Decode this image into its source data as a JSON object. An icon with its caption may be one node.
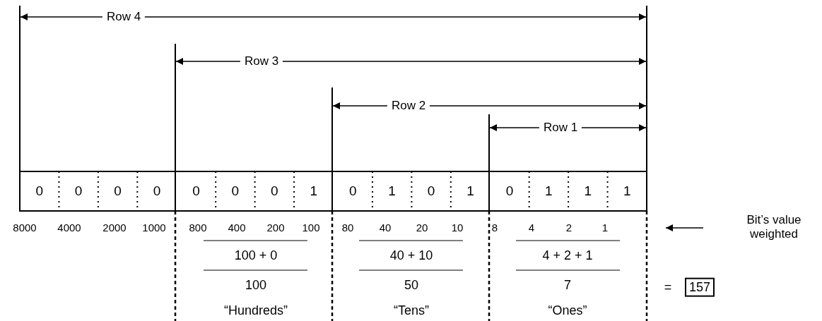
{
  "diagram": {
    "nodes": [
      {
        "text": [
          "157"
        ]
      }
    ],
    "edges": [],
    "labels": [
      "Row 4",
      "Row 3",
      "Row 2",
      "Row 1",
      "0",
      "0",
      "0",
      "0",
      "0",
      "0",
      "0",
      "1",
      "0",
      "1",
      "0",
      "1",
      "0",
      "1",
      "1",
      "1",
      "8000",
      "4000",
      "2000",
      "1000",
      "800",
      "400",
      "200",
      "100",
      "80",
      "40",
      "20",
      "10",
      "8",
      "4",
      "2",
      "1",
      "Bit’s value weighted",
      "100 + 0",
      "40 + 10",
      "4 + 2 + 1",
      "100",
      "50",
      "7",
      "=",
      "“Hundreds”",
      "“Tens”",
      "“Ones”"
    ]
  }
}
